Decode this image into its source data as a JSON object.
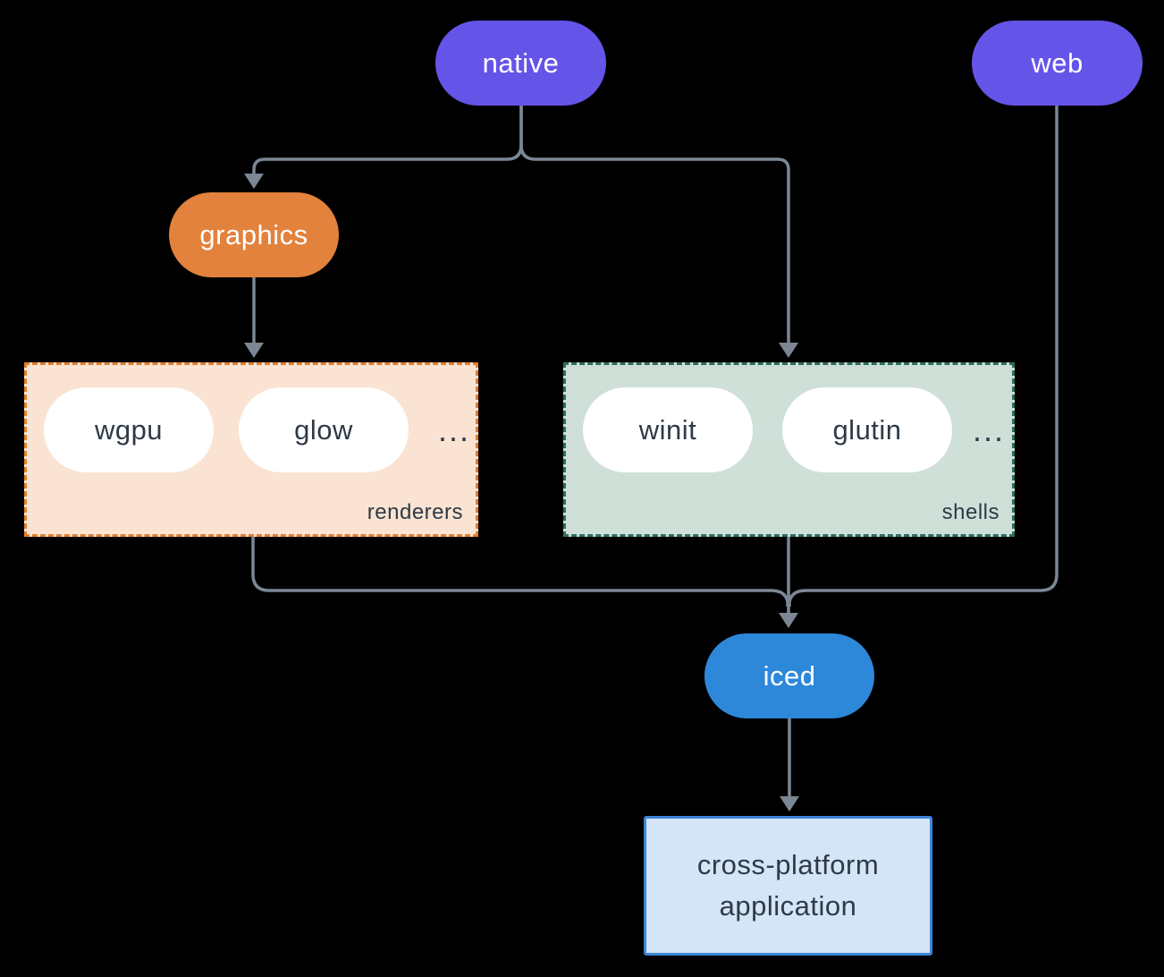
{
  "colors": {
    "bg": "#000000",
    "line": "#7b8795",
    "purple": "#6554e8",
    "orange": "#e2823c",
    "blue": "#2e88d9",
    "white": "#ffffff",
    "dark_text": "#2e3a47",
    "renderers_bg": "#fae3d2",
    "renderers_border": "#e07f2e",
    "shells_bg": "#cfe0d8",
    "shells_border": "#2f6e62",
    "app_bg": "#d4e5f7",
    "app_border": "#3e86d8"
  },
  "nodes": {
    "native": {
      "label": "native"
    },
    "web": {
      "label": "web"
    },
    "graphics": {
      "label": "graphics"
    },
    "iced": {
      "label": "iced"
    },
    "application": {
      "line1": "cross-platform",
      "line2": "application"
    }
  },
  "groups": {
    "renderers": {
      "label": "renderers",
      "items": [
        "wgpu",
        "glow"
      ],
      "ellipsis": "..."
    },
    "shells": {
      "label": "shells",
      "items": [
        "winit",
        "glutin"
      ],
      "ellipsis": "..."
    }
  }
}
